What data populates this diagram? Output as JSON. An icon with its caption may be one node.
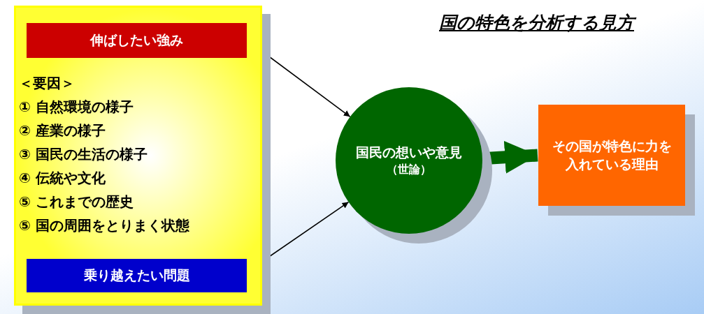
{
  "diagram": {
    "title": "国の特色を分析する見方",
    "nodes": [
      {
        "text": [
          "＜要因＞",
          "① 自然環境の様子",
          "② 産業の様子",
          "③ 国民の生活の様子",
          "④ 伝統や文化",
          "⑤ これまでの歴史",
          "⑤ 国の周囲をとりまく状態"
        ]
      },
      {
        "text": [
          "伸ばしたい強み"
        ],
        "in": 0
      },
      {
        "text": [
          "乗り越えたい問題"
        ],
        "in": 0
      },
      {
        "text": [
          "国民の想いや意見",
          "（世論）"
        ]
      },
      {
        "text": [
          "その国が特色に力を入れている理由"
        ]
      }
    ],
    "edges": [
      {
        "from": 1,
        "to": 3,
        "arrow": "to"
      },
      {
        "from": 2,
        "to": 3,
        "arrow": "to"
      },
      {
        "from": 3,
        "to": 4,
        "arrow": "to",
        "style": "thick",
        "color": "#006600"
      }
    ]
  }
}
